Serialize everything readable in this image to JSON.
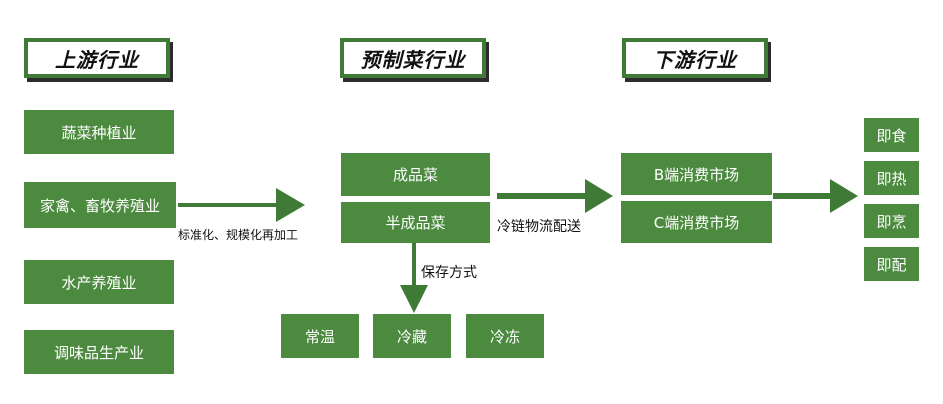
{
  "colors": {
    "box_fill": "#4b8a3f",
    "header_border": "#3f7b36",
    "arrow": "#3f7b36"
  },
  "headers": {
    "upstream": "上游行业",
    "prepared": "预制菜行业",
    "downstream": "下游行业"
  },
  "upstream_items": [
    "蔬菜种植业",
    "家禽、畜牧养殖业",
    "水产养殖业",
    "调味品生产业"
  ],
  "process_label": "标准化、规模化再加工",
  "prepared_items": [
    "成品菜",
    "半成品菜"
  ],
  "storage_label": "保存方式",
  "storage_items": [
    "常温",
    "冷藏",
    "冷冻"
  ],
  "distribution_label": "冷链物流配送",
  "market_items": [
    "B端消费市场",
    "C端消费市场"
  ],
  "consumption_items": [
    "即食",
    "即热",
    "即烹",
    "即配"
  ]
}
